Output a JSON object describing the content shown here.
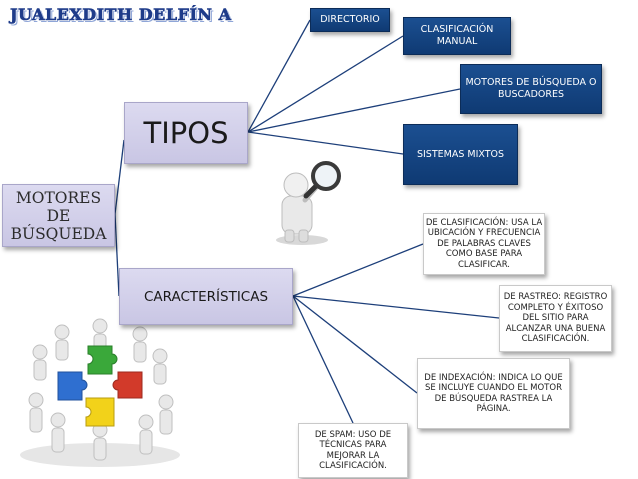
{
  "author": "JUALEXDITH DELFÍN A",
  "root": {
    "label": "MOTORES DE BÚSQUEDA"
  },
  "branches": {
    "tipos": {
      "label": "TIPOS",
      "items": [
        "DIRECTORIO",
        "CLASIFICACIÓN MANUAL",
        "MOTORES DE BÚSQUEDA O BUSCADORES",
        "SISTEMAS MIXTOS"
      ]
    },
    "caracteristicas": {
      "label": "CARACTERÍSTICAS",
      "items": [
        "DE CLASIFICACIÓN: USA LA UBICACIÓN Y FRECUENCIA DE PALABRAS CLAVES COMO BASE PARA CLASIFICAR.",
        "DE RASTREO: REGISTRO COMPLETO Y ÉXITOSO DEL SITIO PARA ALCANZAR UNA BUENA CLASIFICACIÓN.",
        "DE INDEXACIÓN: INDICA LO QUE SE INCLUYE CUANDO EL MOTOR DE BÚSQUEDA RASTREA LA PÁGINA.",
        "DE SPAM: USO DE TÉCNICAS PARA MEJORAR LA CLASIFICACIÓN."
      ]
    }
  },
  "colors": {
    "dark_box": "#123f7c",
    "lavender_box": "#d3d1ea",
    "connector": "#1d3f7a",
    "title": "#1f3c8a"
  },
  "illustrations": [
    "magnifier-figure-icon",
    "puzzle-team-icon"
  ]
}
